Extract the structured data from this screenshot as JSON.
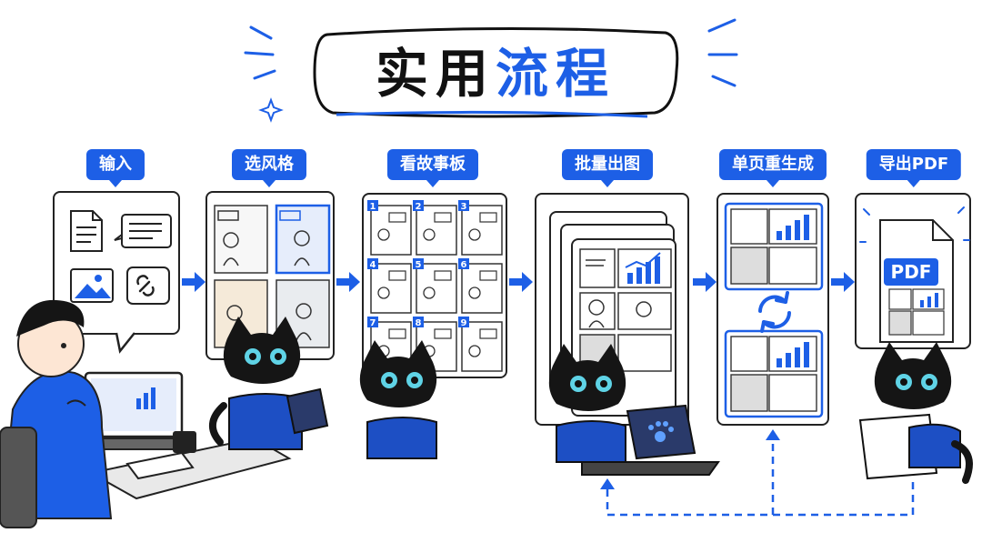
{
  "title": {
    "part1": "实用",
    "part2": "流程"
  },
  "colors": {
    "accent": "#1d5fe6",
    "ink": "#222222",
    "cat": "#151515",
    "eye": "#5fd3e6"
  },
  "steps": [
    {
      "label": "输入"
    },
    {
      "label": "选风格"
    },
    {
      "label": "看故事板"
    },
    {
      "label": "批量出图"
    },
    {
      "label": "单页重生成"
    },
    {
      "label": "导出PDF"
    }
  ],
  "storyboard_numbers": [
    "1",
    "2",
    "3",
    "4",
    "5",
    "6",
    "7",
    "8",
    "9"
  ],
  "export_badge": "PDF",
  "icons": {
    "input": [
      "document-icon",
      "chat-icon",
      "image-icon",
      "link-icon"
    ],
    "flow": [
      "arrow-right-icon",
      "refresh-icon",
      "paw-icon"
    ]
  }
}
